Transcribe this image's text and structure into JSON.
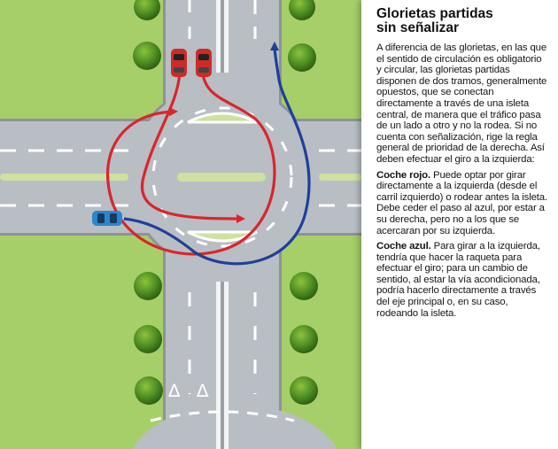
{
  "panel": {
    "title_line1": "Glorietas partidas",
    "title_line2": "sin señalizar",
    "intro": "A diferencia de las glorietas, en las que el sentido de circulación es obligatorio y circular, las glorietas partidas disponen de dos tramos, generalmente opuestos, que se conectan directamente a través de una isleta central, de manera que el tráfico pasa de un lado a otro y no la rodea. Si no cuenta con señalización, rige la regla general de prioridad de la derecha. Así deben efectuar el giro a la izquierda:",
    "red_heading": "Coche rojo.",
    "red_text": " Puede optar por girar directamente a la izquierda (desde el carril izquierdo) o rodear antes la isleta. Debe ceder el paso al azul, por estar a su derecha, pero no a los que se acercaran por su izquierda.",
    "blue_heading": "Coche azul.",
    "blue_text": " Para girar a la izquierda, tendría que hacer la raqueta para efectuar el giro; para un cambio de sentido, al estar la vía acondicionada, podría hacerlo directamente a través del eje principal o, en su caso, rodeando la isleta."
  },
  "diagram": {
    "colors": {
      "grass": "#a6cf6a",
      "asphalt": "#b9bec4",
      "marking": "#ffffff",
      "island": "#cfe0a0",
      "red_path": "#d9262c",
      "blue_path": "#1f3f9a",
      "red_car": "#cf2a2a",
      "blue_car": "#2b86cf"
    },
    "road_glyphs": [
      "∆",
      "∆"
    ]
  }
}
